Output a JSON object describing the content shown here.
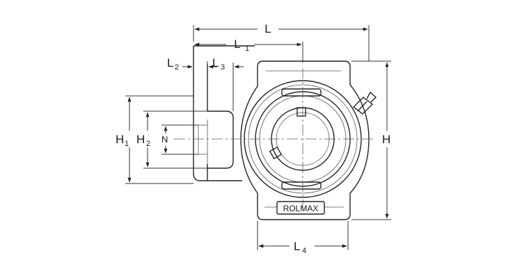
{
  "diagram": {
    "brand": "ROLMAX",
    "labels": {
      "L": "L",
      "L1": "L",
      "L1_sub": "1",
      "L2": "L",
      "L2_sub": "2",
      "L3": "L",
      "L3_sub": "3",
      "L4": "L",
      "L4_sub": "4",
      "H": "H",
      "H1": "H",
      "H1_sub": "1",
      "H2": "H",
      "H2_sub": "2",
      "N": "N"
    }
  }
}
